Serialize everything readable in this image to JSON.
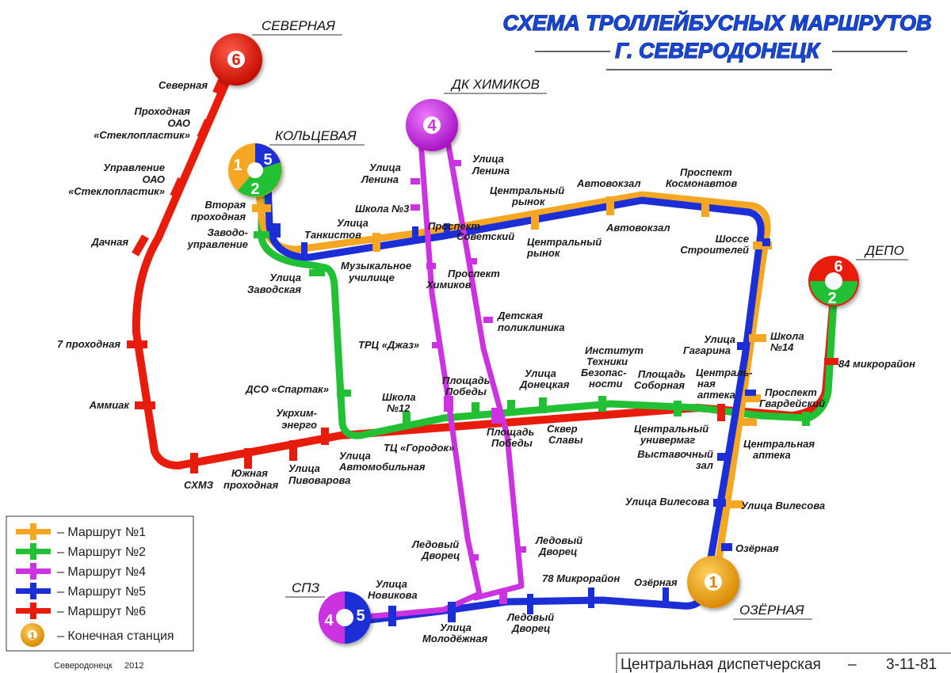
{
  "title": {
    "line1": "СХЕМА ТРОЛЛЕЙБУСНЫХ МАРШРУТОВ",
    "line2": "Г. СЕВЕРОДОНЕЦК"
  },
  "colors": {
    "route1": "#f5a623",
    "route2": "#22c035",
    "route4": "#cc33e0",
    "route5": "#1c2fd6",
    "route6": "#e81c0c",
    "terminal": "#f0a500",
    "title": "#1548d8"
  },
  "terminals": {
    "severnaya": {
      "label": "СЕВЕРНАЯ",
      "numbers": [
        "6"
      ]
    },
    "koltsevaya": {
      "label": "КОЛЬЦЕВАЯ",
      "numbers": [
        "1",
        "5",
        "2"
      ]
    },
    "dk_khimikov": {
      "label": "ДК ХИМИКОВ",
      "numbers": [
        "4"
      ]
    },
    "depo": {
      "label": "ДЕПО",
      "numbers": [
        "6",
        "2"
      ]
    },
    "spz": {
      "label": "СПЗ",
      "numbers": [
        "4",
        "5"
      ]
    },
    "ozernaya": {
      "label": "ОЗЁРНАЯ",
      "numbers": [
        "1"
      ]
    }
  },
  "stops": {
    "severnaya": "Северная",
    "prokhodnaya_l1": "Проходная",
    "prokhodnaya_l2": "ОАО",
    "prokhodnaya_l3": "«Стеклопластик»",
    "upravlenie_l1": "Управление",
    "upravlenie_l2": "ОАО",
    "upravlenie_l3": "«Стеклопластик»",
    "dachnaya": "Дачная",
    "proh7": "7 проходная",
    "ammiak": "Аммиак",
    "skhmz": "СХМЗ",
    "yuzhnaya_l1": "Южная",
    "yuzhnaya_l2": "проходная",
    "pivovarova_l1": "Улица",
    "pivovarova_l2": "Пивоварова",
    "ukrkhim_l1": "Укрхим-",
    "ukrkhim_l2": "энерго",
    "avtomob_l1": "Улица",
    "avtomob_l2": "Автомобильная",
    "dso": "ДСО «Спартак»",
    "vtoraya_l1": "Вторая",
    "vtoraya_l2": "проходная",
    "zavodo_l1": "Заводо-",
    "zavodo_l2": "управление",
    "zavodskaya_l1": "Улица",
    "zavodskaya_l2": "Заводская",
    "tankistov_l1": "Улица",
    "tankistov_l2": "Танкистов",
    "muzuch_l1": "Музыкальное",
    "muzuch_l2": "училище",
    "lenina_w_l1": "Улица",
    "lenina_w_l2": "Ленина",
    "lenina_e_l1": "Улица",
    "lenina_e_l2": "Ленина",
    "shkola3": "Школа №3",
    "prospekt_l1": "Проспект",
    "prospekt_l2": "Советский",
    "khimikov_l1": "Проспект",
    "khimikov_l2": "Химиков",
    "detskaya_l1": "Детская",
    "detskaya_l2": "поликлиника",
    "trc_jazz": "ТРЦ «Джаз»",
    "ploshchad_n_l1": "Площадь",
    "ploshchad_n_l2": "Победы",
    "ploshchad_s_l1": "Площадь",
    "ploshchad_s_l2": "Победы",
    "shkola12_l1": "Школа",
    "shkola12_l2": "№12",
    "trc_gorodok": "ТЦ «Городок»",
    "tsentr_rynok_n_l1": "Центральный",
    "tsentr_rynok_n_l2": "рынок",
    "tsentr_rynok_s_l1": "Центральный",
    "tsentr_rynok_s_l2": "рынок",
    "avtovokzal_n": "Автовокзал",
    "avtovokzal_s": "Автовокзал",
    "kosmonavtov_l1": "Проспект",
    "kosmonavtov_l2": "Космонавтов",
    "shosse_l1": "Шоссе",
    "shosse_l2": "Строителей",
    "donetskaya_l1": "Улица",
    "donetskaya_l2": "Донецкая",
    "institut_l1": "Институт",
    "institut_l2": "Техники",
    "institut_l3": "Безопас-",
    "institut_l4": "ности",
    "skver_l1": "Сквер",
    "skver_l2": "Славы",
    "sobornaya_l1": "Площадь",
    "sobornaya_l2": "Соборная",
    "tsapteka_n_l1": "Централь-",
    "tsapteka_n_l2": "ная",
    "tsapteka_n_l3": "аптека",
    "gvardeisky_l1": "Проспект",
    "gvardeisky_l2": "Гвардейский",
    "gagarina_l1": "Улица",
    "gagarina_l2": "Гагарина",
    "shkola14_l1": "Школа",
    "shkola14_l2": "№14",
    "mkr84": "84 микрорайон",
    "univermag_l1": "Центральный",
    "univermag_l2": "универмаг",
    "tsapteka_s_l1": "Центральная",
    "tsapteka_s_l2": "аптека",
    "vystavochny_l1": "Выставочный",
    "vystavochny_l2": "зал",
    "vilesova_w": "Улица Вилесова",
    "vilesova_e": "Улица Вилесова",
    "ozernaya_stop_n": "Озёрная",
    "ozernaya_stop_s": "Озёрная",
    "ledovy_w_l1": "Ледовый",
    "ledovy_w_l2": "Дворец",
    "ledovy_e_l1": "Ледовый",
    "ledovy_e_l2": "Дворец",
    "ledovy_s_l1": "Ледовый",
    "ledovy_s_l2": "Дворец",
    "novikova_l1": "Улица",
    "novikova_l2": "Новикова",
    "molodezhnaya_l1": "Улица",
    "molodezhnaya_l2": "Молодёжная",
    "mkr78": "78 Микрорайон"
  },
  "legend": {
    "items": [
      {
        "label": "– Маршрут №1",
        "color": "#f5a623"
      },
      {
        "label": "– Маршрут №2",
        "color": "#22c035"
      },
      {
        "label": "– Маршрут №4",
        "color": "#cc33e0"
      },
      {
        "label": "– Маршрут №5",
        "color": "#1c2fd6"
      },
      {
        "label": "– Маршрут №6",
        "color": "#e81c0c"
      }
    ],
    "terminal_label": "– Конечная станция",
    "terminal_number": "1"
  },
  "footer": {
    "city_year_left": "Северодонецк",
    "city_year_right": "2012",
    "dispatch_label": "Центральная диспетчерская",
    "dispatch_dash": "–",
    "dispatch_phone": "3-11-81"
  }
}
